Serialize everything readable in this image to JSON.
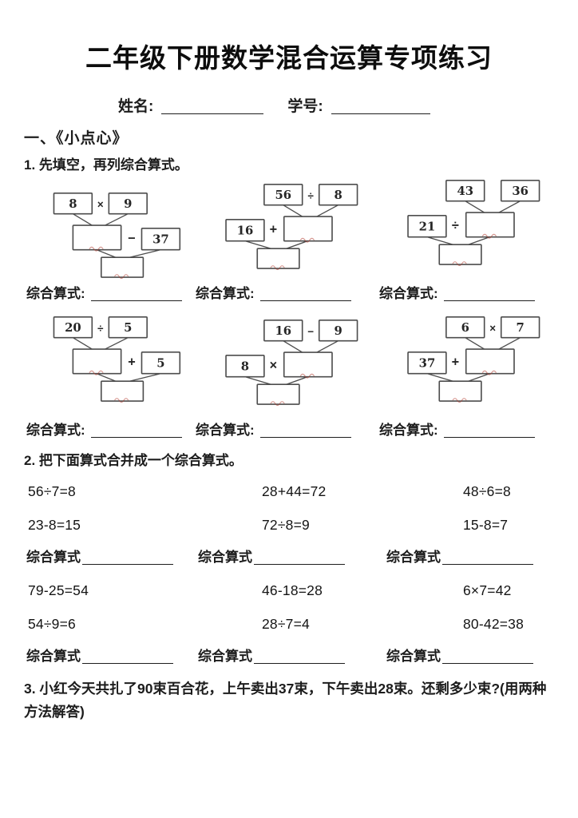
{
  "title": "二年级下册数学混合运算专项练习",
  "name_label": "姓名:",
  "id_label": "学号:",
  "section1": {
    "heading": "一、《小点心》",
    "q1": "1. 先填空，再列综合算式。",
    "answer_label": "综合算式:",
    "diagrams": [
      {
        "variant": "left",
        "top_left": "8",
        "top_op": "×",
        "top_right": "9",
        "mid_op": "−",
        "known": "37"
      },
      {
        "variant": "right",
        "top_left": "56",
        "top_op": "÷",
        "top_right": "8",
        "mid_op": "+",
        "known": "16"
      },
      {
        "variant": "right",
        "top_left": "43",
        "top_op": "",
        "top_right": "36",
        "mid_op": "÷",
        "known": "21"
      },
      {
        "variant": "left",
        "top_left": "20",
        "top_op": "÷",
        "top_right": "5",
        "mid_op": "+",
        "known": "5"
      },
      {
        "variant": "right",
        "top_left": "16",
        "top_op": "−",
        "top_right": "9",
        "mid_op": "×",
        "known": "8"
      },
      {
        "variant": "right",
        "top_left": "6",
        "top_op": "×",
        "top_right": "7",
        "mid_op": "+",
        "known": "37"
      }
    ]
  },
  "section2": {
    "heading": "2. 把下面算式合并成一个综合算式。",
    "answer_label": "综合算式",
    "blocks": [
      {
        "rows": [
          [
            "56÷7=8",
            "28+44=72",
            "48÷6=8"
          ],
          [
            "23-8=15",
            "72÷8=9",
            "15-8=7"
          ]
        ]
      },
      {
        "rows": [
          [
            "79-25=54",
            "46-18=28",
            "6×7=42"
          ],
          [
            "54÷9=6",
            "28÷7=4",
            "80-42=38"
          ]
        ]
      }
    ]
  },
  "section3": {
    "q3": "3. 小红今天共扎了90束百合花，上午卖出37束，下午卖出28束。还剩多少束?(用两种方法解答)"
  },
  "colors": {
    "ink": "#1c1c1c",
    "box_stroke": "#4d4d4d",
    "red_mark": "#b03a2e"
  }
}
